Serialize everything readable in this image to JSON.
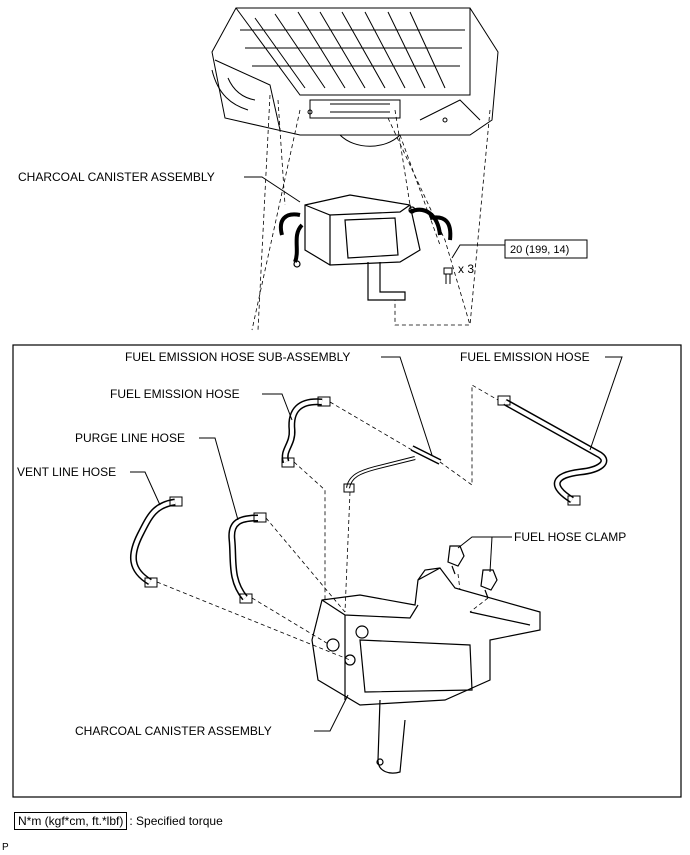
{
  "labels": {
    "canister_top": "CHARCOAL CANISTER ASSEMBLY",
    "canister_bottom": "CHARCOAL CANISTER ASSEMBLY",
    "fuel_emission_hose_sub": "FUEL EMISSION HOSE SUB-ASSEMBLY",
    "fuel_emission_hose_left": "FUEL EMISSION HOSE",
    "fuel_emission_hose_right": "FUEL EMISSION HOSE",
    "purge_line_hose": "PURGE LINE HOSE",
    "vent_line_hose": "VENT LINE HOSE",
    "fuel_hose_clamp": "FUEL HOSE CLAMP"
  },
  "torque": {
    "value": "20 (199, 14)",
    "quantity": "x 3"
  },
  "legend": {
    "unit_box": "N*m (kgf*cm, ft.*lbf)",
    "desc": ": Specified torque"
  },
  "corner_mark": "P"
}
